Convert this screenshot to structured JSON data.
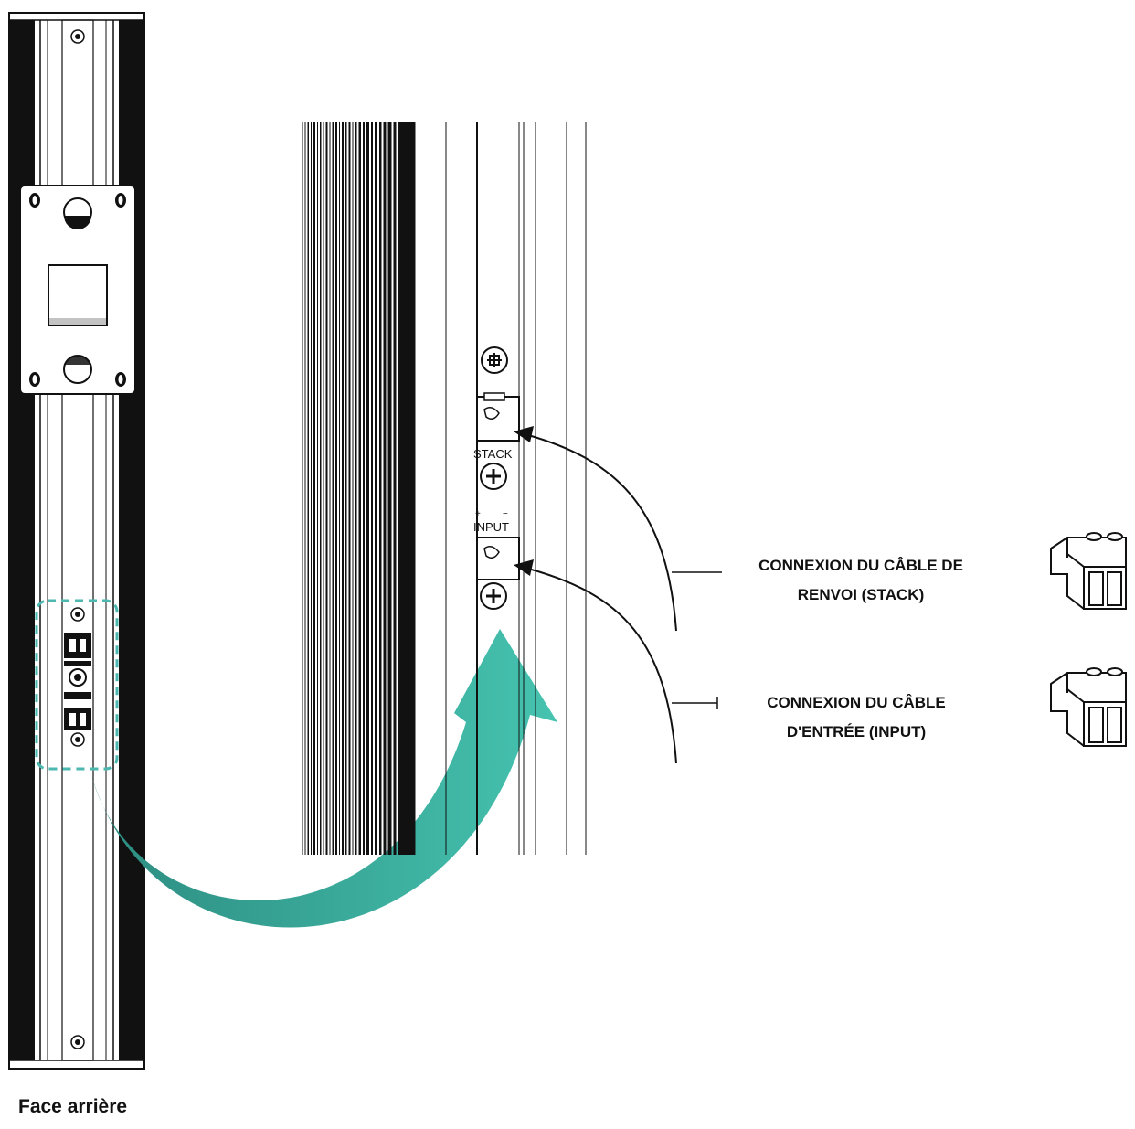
{
  "caption": "Face arrière",
  "labels": {
    "stack_line1": "CONNEXION DU CÂBLE DE",
    "stack_line2": "RENVOI (STACK)",
    "input_line1": "CONNEXION DU CÂBLE",
    "input_line2": "D'ENTRÉE (INPUT)"
  },
  "panel_labels": {
    "stack": "STACK",
    "input": "INPUT",
    "plus": "+",
    "minus": "−"
  },
  "colors": {
    "accent_arrow": "#3cb9a6",
    "accent_arrow_dark": "#2a8a7d",
    "highlight_dash": "#4db8b0",
    "line": "#111111"
  }
}
